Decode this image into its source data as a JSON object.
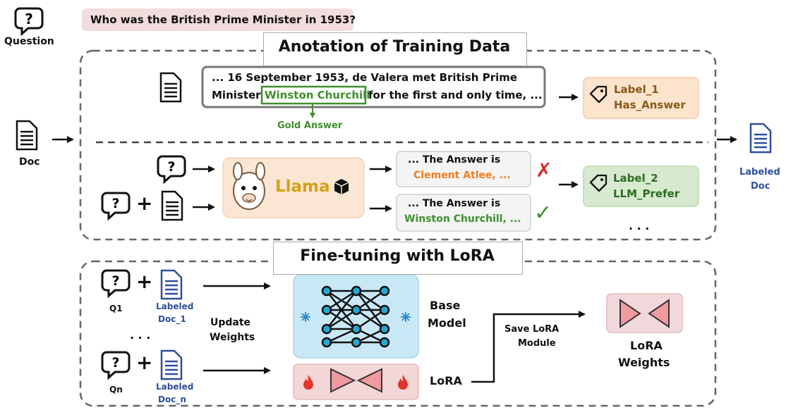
{
  "question": {
    "label": "Question",
    "text": "Who was the British Prime Minister in 1953?"
  },
  "doc": {
    "label": "Doc"
  },
  "labeled_doc": {
    "label_line1": "Labeled",
    "label_line2": "Doc"
  },
  "annotation": {
    "title": "Anotation of Training Data",
    "passage_pre": "... 16 September 1953, de Valera met British Prime",
    "passage_mid_pre": "Minister",
    "passage_answer": "Winston Churchill",
    "passage_post": "for the first and only time, ...",
    "gold_answer": "Gold Answer",
    "label1_line1": "Label_1",
    "label1_line2": "Has_Answer",
    "label2_line1": "Label_2",
    "label2_line2": "LLM_Prefer",
    "llama": "Llama",
    "answer1_line1": "... The Answer is",
    "answer1_line2": "Clement Atlee, ...",
    "answer2_line1": "... The Answer is",
    "answer2_line2": "Winston Churchill, ...",
    "wrong_mark": "✗",
    "right_mark": "✓",
    "ellipsis": ". . ."
  },
  "finetune": {
    "title": "Fine-tuning with LoRA",
    "q1": "Q1",
    "qn": "Qn",
    "doc1_line1": "Labeled",
    "doc1_line2": "Doc_1",
    "docn_line1": "Labeled",
    "docn_line2": "Doc_n",
    "vdots": ". . .",
    "update_line1": "Update",
    "update_line2": "Weights",
    "base_line1": "Base",
    "base_line2": "Model",
    "lora": "LoRA",
    "save_line1": "Save LoRA",
    "save_line2": "Module",
    "weights_line1": "LoRA",
    "weights_line2": "Weights"
  },
  "colors": {
    "orange_box": "#fbe3cc",
    "green_box": "#d7ead0",
    "llama_box": "#fbe6d3",
    "base_box": "#c9e8f6",
    "lora_box": "#f3d6d6",
    "pink_box": "#f1d9db",
    "green_text": "#3f8f2e",
    "orange_text": "#f07d1e",
    "blue_text": "#2e4f9e",
    "red": "#d62a2a"
  }
}
